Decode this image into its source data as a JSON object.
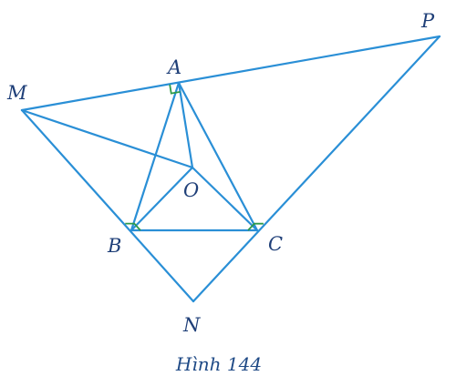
{
  "figure": {
    "caption": "Hình 144",
    "colors": {
      "line": "#2a8fd6",
      "right_angle_mark": "#2e9a4a",
      "label": "#1f3f78",
      "caption": "#1f4a86"
    },
    "points": {
      "M": {
        "label": "M"
      },
      "A": {
        "label": "A"
      },
      "P": {
        "label": "P"
      },
      "O": {
        "label": "O"
      },
      "B": {
        "label": "B"
      },
      "C": {
        "label": "C"
      },
      "N": {
        "label": "N"
      }
    },
    "segments": [
      [
        "M",
        "P"
      ],
      [
        "M",
        "N"
      ],
      [
        "P",
        "N"
      ],
      [
        "A",
        "B"
      ],
      [
        "A",
        "C"
      ],
      [
        "B",
        "C"
      ],
      [
        "A",
        "O"
      ],
      [
        "B",
        "O"
      ],
      [
        "C",
        "O"
      ],
      [
        "M",
        "O"
      ]
    ],
    "right_angles": [
      {
        "vertex": "A",
        "sides": [
          "M",
          "O"
        ]
      },
      {
        "vertex": "B",
        "sides": [
          "M",
          "C"
        ]
      },
      {
        "vertex": "C",
        "sides": [
          "P",
          "B"
        ]
      }
    ]
  }
}
